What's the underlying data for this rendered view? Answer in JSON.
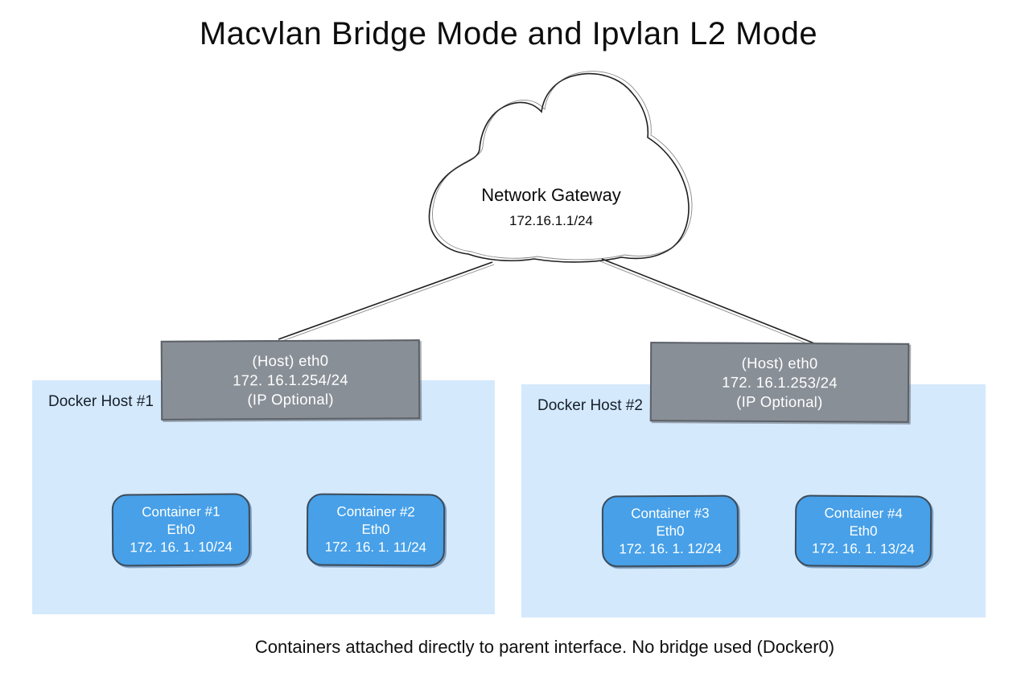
{
  "title": "Macvlan Bridge Mode and Ipvlan L2 Mode",
  "cloud": {
    "name": "Network Gateway",
    "ip": "172.16.1.1/24"
  },
  "hosts": [
    {
      "label": "Docker Host #1",
      "eth": [
        "(Host) eth0",
        "172. 16.1.254/24",
        "(IP Optional)"
      ],
      "containers": [
        {
          "name": "Container #1",
          "iface": "Eth0",
          "ip": "172. 16. 1. 10/24"
        },
        {
          "name": "Container #2",
          "iface": "Eth0",
          "ip": "172. 16. 1. 11/24"
        }
      ]
    },
    {
      "label": "Docker Host #2",
      "eth": [
        "(Host) eth0",
        "172. 16.1.253/24",
        "(IP Optional)"
      ],
      "containers": [
        {
          "name": "Container #3",
          "iface": "Eth0",
          "ip": "172. 16. 1. 12/24"
        },
        {
          "name": "Container #4",
          "iface": "Eth0",
          "ip": "172. 16. 1. 13/24"
        }
      ]
    }
  ],
  "caption": "Containers attached directly to parent interface. No bridge used (Docker0)",
  "colors": {
    "panel_fill": "#d5e9fc",
    "host_box_fill": "#898f97",
    "host_box_border": "#5d6269",
    "container_fill": "#47a0e8",
    "container_border": "#3c4b59",
    "line_stroke": "#1f1f1f",
    "box_text": "#ffffff",
    "label_text": "#16202b"
  }
}
